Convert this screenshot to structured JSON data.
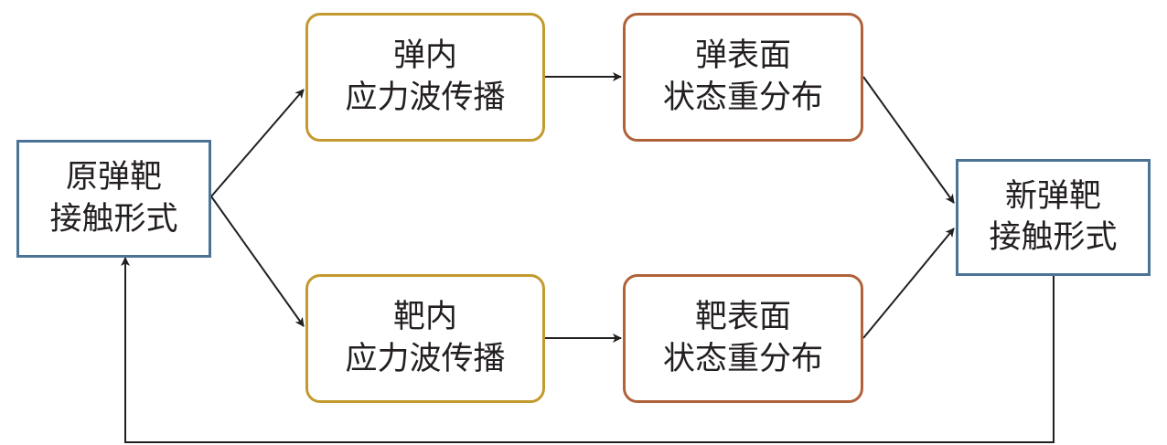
{
  "nodes": {
    "original": {
      "line1": "原弹靶",
      "line2": "接触形式"
    },
    "new": {
      "line1": "新弹靶",
      "line2": "接触形式"
    },
    "projectile_wave": {
      "line1": "弹内",
      "line2": "应力波传播"
    },
    "projectile_surface": {
      "line1": "弹表面",
      "line2": "状态重分布"
    },
    "target_wave": {
      "line1": "靶内",
      "line2": "应力波传播"
    },
    "target_surface": {
      "line1": "靶表面",
      "line2": "状态重分布"
    }
  },
  "colors": {
    "contact_border": "#4a7396",
    "wave_border": "#c39a2e",
    "surface_border": "#b0623a",
    "arrow": "#231f20",
    "text": "#231f20"
  }
}
